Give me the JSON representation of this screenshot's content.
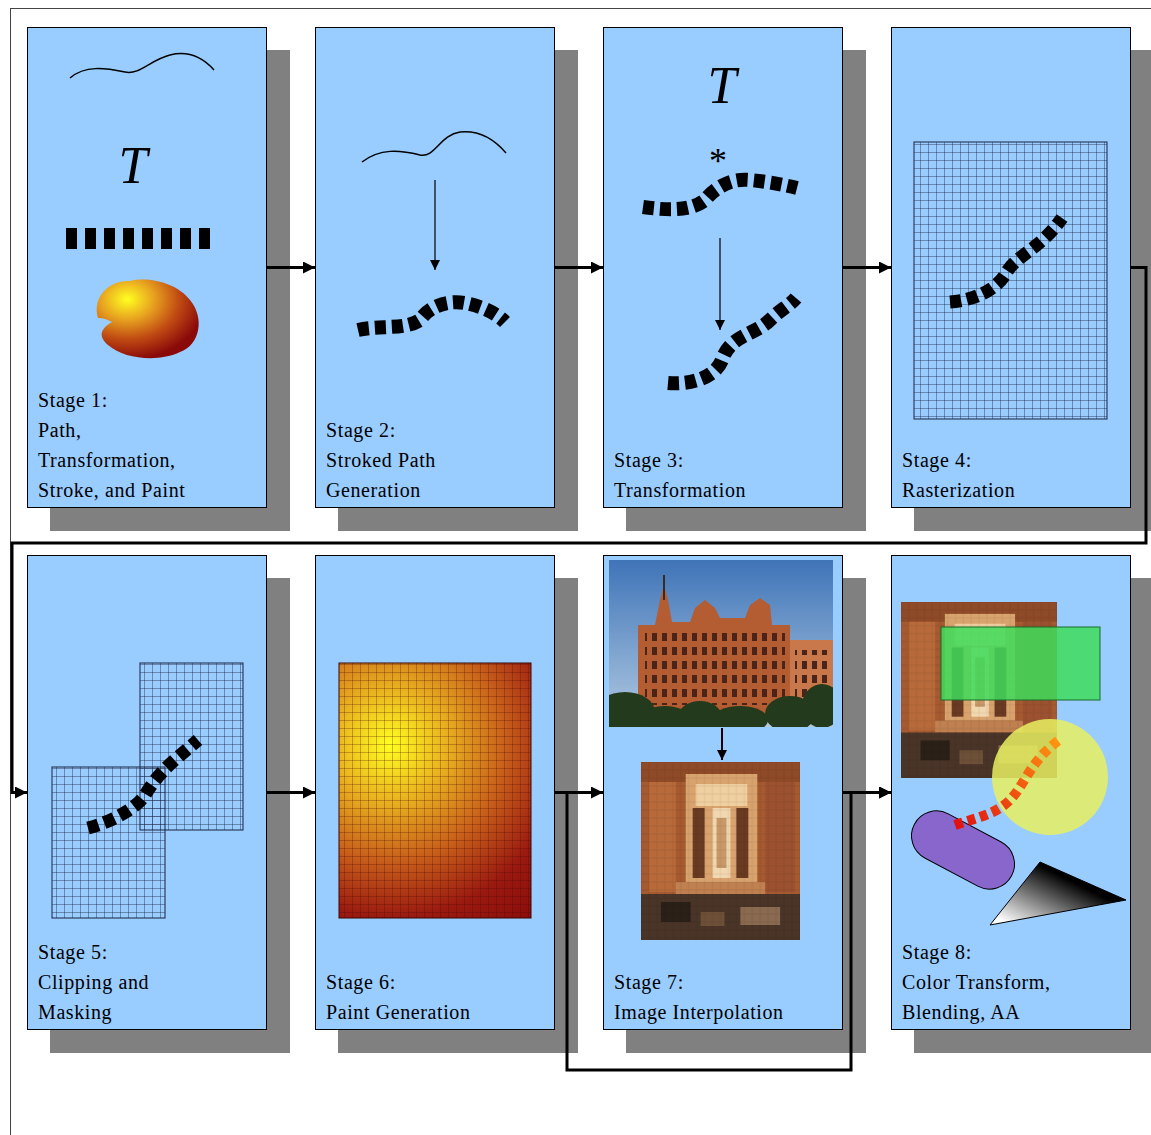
{
  "diagram": {
    "nodes": [
      {
        "text": [
          "Stage 1:",
          "Path, Transformation, Stroke, and Paint"
        ]
      },
      {
        "text": [
          "Stage 2:",
          "Stroked Path Generation"
        ]
      },
      {
        "text": [
          "Stage 3:",
          "Transformation"
        ]
      },
      {
        "text": [
          "Stage 4:",
          "Rasterization"
        ]
      },
      {
        "text": [
          "Stage 5:",
          "Clipping and Masking"
        ]
      },
      {
        "text": [
          "Stage 6:",
          "Paint Generation"
        ]
      },
      {
        "text": [
          "Stage 7:",
          "Image Interpolation"
        ]
      },
      {
        "text": [
          "Stage 8:",
          "Color Transform, Blending, AA"
        ]
      }
    ],
    "edges": [
      {
        "from": 0,
        "to": 1,
        "arrow": "to"
      },
      {
        "from": 1,
        "to": 2,
        "arrow": "to"
      },
      {
        "from": 2,
        "to": 3,
        "arrow": "to"
      },
      {
        "from": 3,
        "to": 4,
        "arrow": "to"
      },
      {
        "from": 4,
        "to": 5,
        "arrow": "to"
      },
      {
        "from": 5,
        "to": 6,
        "arrow": "to"
      },
      {
        "from": 6,
        "to": 7,
        "arrow": "to"
      },
      {
        "from": 5,
        "to": 7,
        "arrow": "to"
      }
    ],
    "labels": [
      "T",
      "T",
      "*"
    ]
  }
}
